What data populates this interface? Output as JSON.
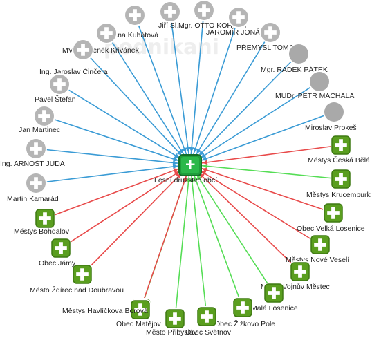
{
  "watermark": "podnikani",
  "colors": {
    "person_edge": "#3a9bd5",
    "person_node": "#b5b5b5",
    "person_node_inactive": "#a9a9a9",
    "company_edge_red": "#e84a4a",
    "company_edge_green": "#55dd55",
    "company_node": "#5a9e1f",
    "company_node_border": "#3f7a13",
    "center_node": "#1f9e3a",
    "plus": "#ffffff",
    "label": "#222222"
  },
  "icons": {
    "add": "plus-icon"
  },
  "center": {
    "label": "Lesní družstvo obcí"
  },
  "people": [
    {
      "label": "Jiří Sl…",
      "active": true
    },
    {
      "label": "Mgr. OTTO KOHOUT",
      "active": true
    },
    {
      "label": "JAROMÍR JONÁŠ",
      "active": true
    },
    {
      "label": "PŘEMYSL TOMAN",
      "active": true
    },
    {
      "label": "Mgr. RADEK PÁTEK",
      "active": false
    },
    {
      "label": "MUDr. PETR MACHALA",
      "active": false
    },
    {
      "label": "Miroslav Prokeš",
      "active": false
    },
    {
      "label": "Alena Kuhátová",
      "active": true
    },
    {
      "label": "MVDr. Zdeněk Křivánek",
      "active": true
    },
    {
      "label": "Ing. Jaroslav Činčera",
      "active": true
    },
    {
      "label": "Pavel Štefan",
      "active": true
    },
    {
      "label": "Jan Martinec",
      "active": true
    },
    {
      "label": "Ing. ARNOŠT JUDA",
      "active": true
    },
    {
      "label": "Martin Kamarád",
      "active": true
    }
  ],
  "companies": [
    {
      "label": "Městys Česká Bělá",
      "edge": "red"
    },
    {
      "label": "Městys Krucemburk",
      "edge": "green"
    },
    {
      "label": "Obec Velká Losenice",
      "edge": "red"
    },
    {
      "label": "Městys Nové Veselí",
      "edge": "red"
    },
    {
      "label": "Město Vojnův Městec",
      "edge": "red"
    },
    {
      "label": "Malá Losenice",
      "edge": "green"
    },
    {
      "label": "Obec Žižkovo Pole",
      "edge": "green"
    },
    {
      "label": "Obec Světnov",
      "edge": "green"
    },
    {
      "label": "Město Přibyslav",
      "edge": "green"
    },
    {
      "label": "Obec Matějov",
      "edge": "green"
    },
    {
      "label": "Městys Havlíčkova Borová",
      "edge": "red"
    },
    {
      "label": "Město Ždírec nad Doubravou",
      "edge": "red"
    },
    {
      "label": "Obec Jámy",
      "edge": "red"
    },
    {
      "label": "Městys Bohdalov",
      "edge": "red"
    }
  ]
}
